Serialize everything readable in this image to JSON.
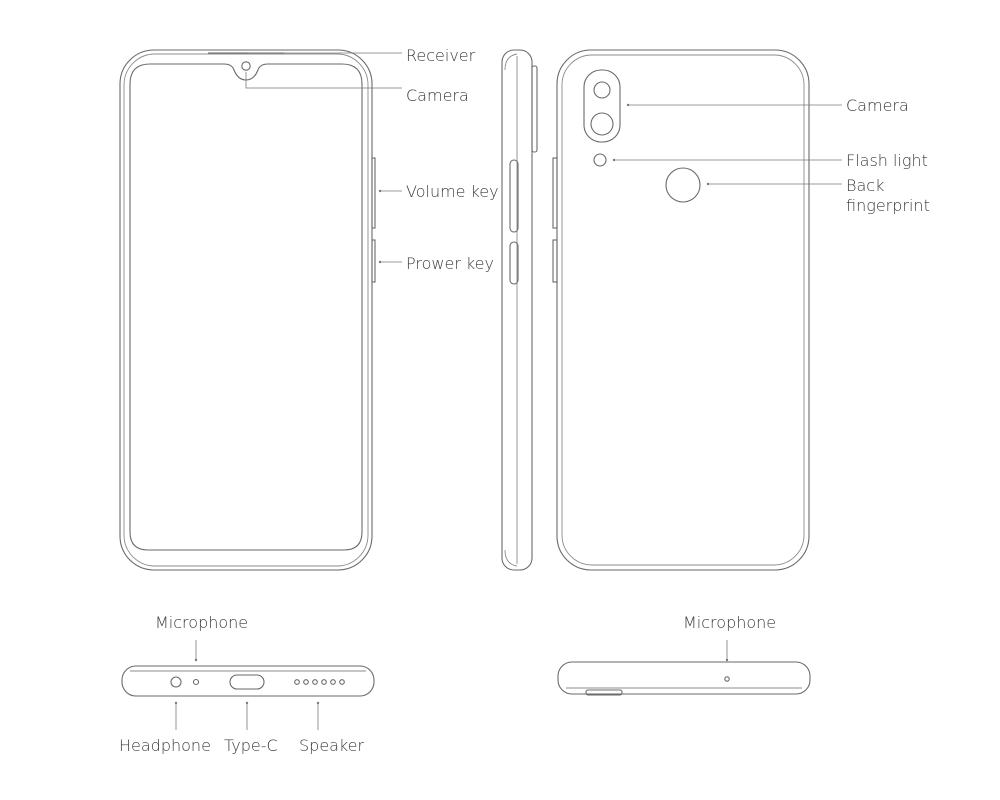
{
  "labels": {
    "receiver": "Receiver",
    "front_camera": "Camera",
    "volume_key": "Volume key",
    "power_key": "Prower key",
    "rear_camera": "Camera",
    "flash_light": "Flash light",
    "back_fingerprint": "Back fingerprint",
    "bottom_microphone": "Microphone",
    "headphone": "Headphone",
    "type_c": "Type-C",
    "speaker": "Speaker",
    "top_microphone": "Microphone"
  },
  "colors": {
    "line": "#6a6a6a",
    "text": "#3a3a3a",
    "background": "#ffffff"
  }
}
